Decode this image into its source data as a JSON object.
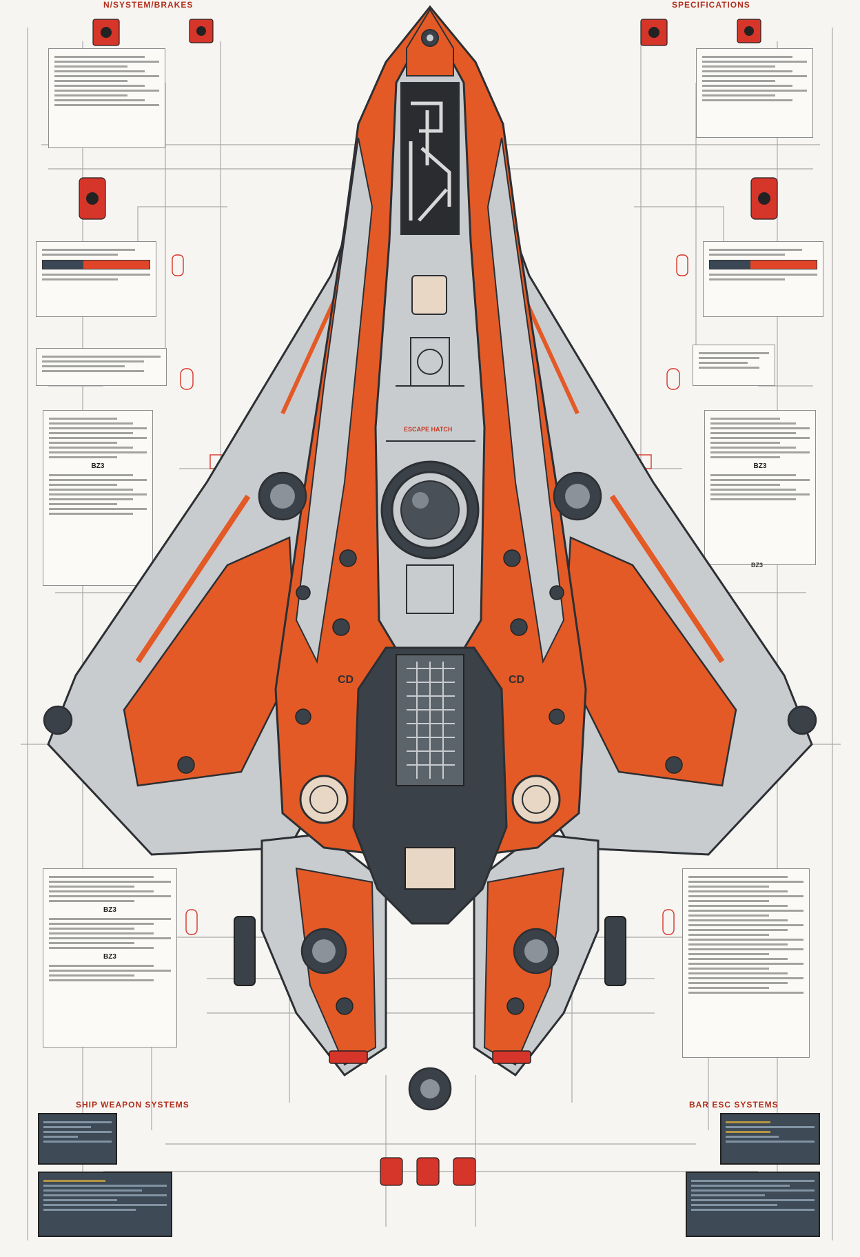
{
  "header": {
    "left_title": "N/SYSTEM/BRAKES",
    "right_title": "SPECIFICATIONS"
  },
  "hull_marking": "ESCAPE HATCH",
  "center_codes": {
    "label_1": "CD",
    "label_2": "CD"
  },
  "panels": {
    "left_1_code": "BZ3",
    "left_2_code": "BZ3",
    "left_3_code": "BZ3",
    "right_1_code": "BZ3",
    "right_2_code": "BZ3"
  },
  "footer": {
    "left": "SHIP WEAPON SYSTEMS",
    "right": "BAR ESC SYSTEMS"
  },
  "colors": {
    "hull_orange": "#e35a26",
    "hull_grey": "#c9cccf",
    "dark_metal": "#3b4148",
    "accent_red": "#d6352a",
    "line": "#9a9a9a"
  }
}
